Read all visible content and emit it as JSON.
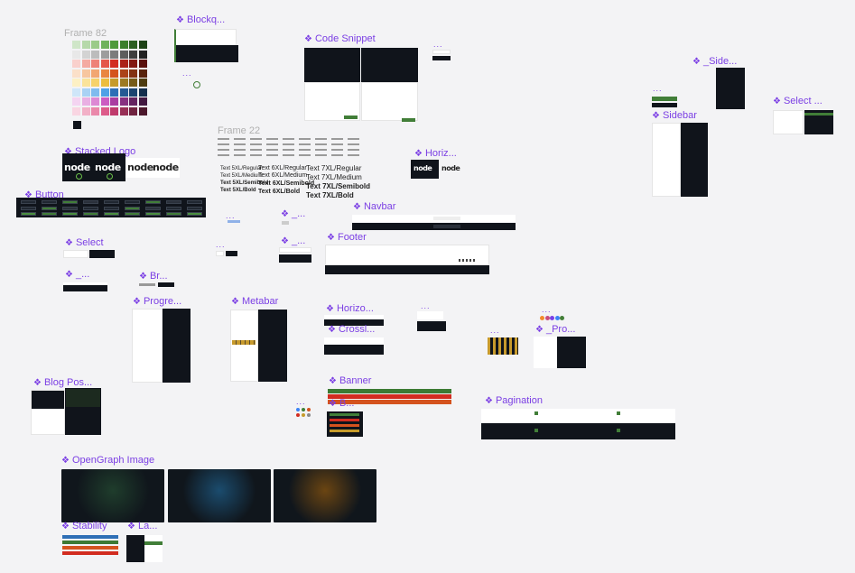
{
  "components": {
    "frame82": "Frame 82",
    "blockquote": "Blockq...",
    "code_snippet": "Code Snippet",
    "sidebar_short": "_Side...",
    "sidebar": "Sidebar",
    "select_short": "Select ...",
    "frame22": "Frame 22",
    "stacked_logo": "Stacked Logo",
    "horiz": "Horiz...",
    "button": "Button",
    "navbar": "Navbar",
    "footer": "Footer",
    "select": "Select",
    "underscore_item": "_...",
    "breadcrumbs": "Br...",
    "progress": "Progre...",
    "metabar": "Metabar",
    "horizontal": "Horizo...",
    "crosslink": "Crossl...",
    "progress_short": "_Pro...",
    "banner": "Banner",
    "b_short": "B...",
    "pagination": "Pagination",
    "blog_post": "Blog Pos...",
    "opengraph_image": "OpenGraph Image",
    "stability": "Stability",
    "language": "La..."
  },
  "ellipsis": "...",
  "logo_word": "node",
  "typography": {
    "col1": [
      "Text 5XL/Regular",
      "Text 5XL/Medium",
      "Text 5XL/Semibold",
      "Text 5XL/Bold"
    ],
    "col2": [
      "Text 6XL/Regular",
      "Text 6XL/Medium",
      "Text 6XL/Semibold",
      "Text 6XL/Bold"
    ],
    "col3": [
      "Text 7XL/Regular",
      "Text 7XL/Medium",
      "Text 7XL/Semibold",
      "Text 7XL/Bold"
    ]
  },
  "colors": {
    "accent": "#7b3fe4",
    "brand_green": "#417e38",
    "dark": "#10141b",
    "canvas": "#f3f3f5"
  }
}
